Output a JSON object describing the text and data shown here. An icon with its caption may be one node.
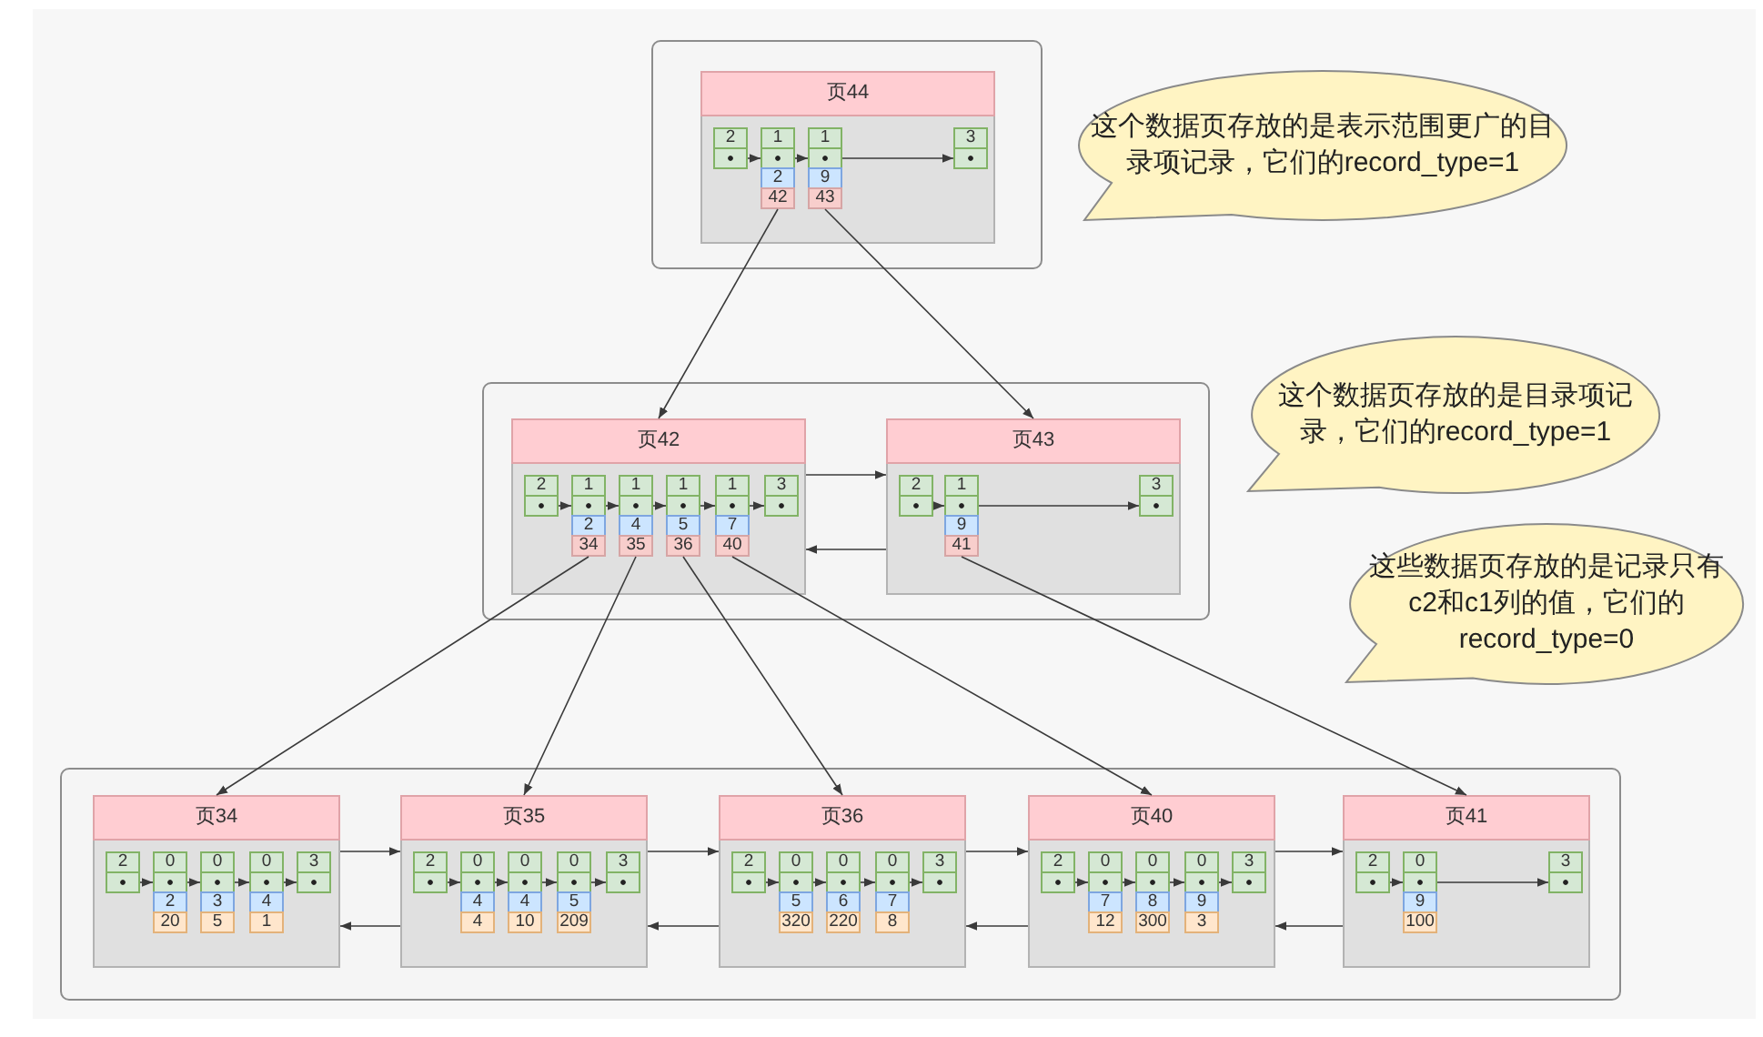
{
  "diagram": {
    "nodes": [
      {
        "text": [],
        "shape": "box"
      },
      {
        "text": [
          "页44"
        ],
        "in": 0
      },
      {
        "text": [
          "2"
        ],
        "in": 1
      },
      {
        "text": [
          "1",
          "2",
          "42"
        ],
        "in": 1
      },
      {
        "text": [
          "1",
          "9",
          "43"
        ],
        "in": 1
      },
      {
        "text": [
          "3"
        ],
        "in": 1
      },
      {
        "text": [
          "这个数据页存放的是表示范围更广的目录项记录，它们的record_type=1"
        ]
      },
      {
        "text": [],
        "shape": "box"
      },
      {
        "text": [
          "页42"
        ],
        "in": 7
      },
      {
        "text": [
          "2"
        ],
        "in": 8
      },
      {
        "text": [
          "1",
          "2",
          "34"
        ],
        "in": 8
      },
      {
        "text": [
          "1",
          "4",
          "35"
        ],
        "in": 8
      },
      {
        "text": [
          "1",
          "5",
          "36"
        ],
        "in": 8
      },
      {
        "text": [
          "1",
          "7",
          "40"
        ],
        "in": 8
      },
      {
        "text": [
          "3"
        ],
        "in": 8
      },
      {
        "text": [
          "页43"
        ],
        "in": 7
      },
      {
        "text": [
          "2"
        ],
        "in": 15
      },
      {
        "text": [
          "1",
          "9",
          "41"
        ],
        "in": 15
      },
      {
        "text": [
          "3"
        ],
        "in": 15
      },
      {
        "text": [
          "这个数据页存放的是目录项记录，它们的record_type=1"
        ]
      },
      {
        "text": [
          "这些数据页存放的是记录只有c2和c1列的值，它们的record_type=0"
        ]
      },
      {
        "text": [],
        "shape": "box"
      },
      {
        "text": [
          "页34"
        ],
        "in": 21
      },
      {
        "text": [
          "2"
        ],
        "in": 22
      },
      {
        "text": [
          "0",
          "2",
          "20"
        ],
        "in": 22
      },
      {
        "text": [
          "0",
          "3",
          "5"
        ],
        "in": 22
      },
      {
        "text": [
          "0",
          "4",
          "1"
        ],
        "in": 22
      },
      {
        "text": [
          "3"
        ],
        "in": 22
      },
      {
        "text": [
          "页35"
        ],
        "in": 21
      },
      {
        "text": [
          "2"
        ],
        "in": 28
      },
      {
        "text": [
          "0",
          "4",
          "4"
        ],
        "in": 28
      },
      {
        "text": [
          "0",
          "4",
          "10"
        ],
        "in": 28
      },
      {
        "text": [
          "0",
          "5",
          "209"
        ],
        "in": 28
      },
      {
        "text": [
          "3"
        ],
        "in": 28
      },
      {
        "text": [
          "页36"
        ],
        "in": 21
      },
      {
        "text": [
          "2"
        ],
        "in": 34
      },
      {
        "text": [
          "0",
          "5",
          "320"
        ],
        "in": 34
      },
      {
        "text": [
          "0",
          "6",
          "220"
        ],
        "in": 34
      },
      {
        "text": [
          "0",
          "7",
          "8"
        ],
        "in": 34
      },
      {
        "text": [
          "3"
        ],
        "in": 34
      },
      {
        "text": [
          "页40"
        ],
        "in": 21
      },
      {
        "text": [
          "2"
        ],
        "in": 40
      },
      {
        "text": [
          "0",
          "7",
          "12"
        ],
        "in": 40
      },
      {
        "text": [
          "0",
          "8",
          "300"
        ],
        "in": 40
      },
      {
        "text": [
          "0",
          "9",
          "3"
        ],
        "in": 40
      },
      {
        "text": [
          "3"
        ],
        "in": 40
      },
      {
        "text": [
          "页41"
        ],
        "in": 21
      },
      {
        "text": [
          "2"
        ],
        "in": 46
      },
      {
        "text": [
          "0",
          "9",
          "100"
        ],
        "in": 46
      },
      {
        "text": [
          "3"
        ],
        "in": 46
      }
    ],
    "edges": [
      {
        "from": 2,
        "to": 3,
        "arrow": "to"
      },
      {
        "from": 3,
        "to": 4,
        "arrow": "to"
      },
      {
        "from": 4,
        "to": 5,
        "arrow": "to"
      },
      {
        "from": 9,
        "to": 10,
        "arrow": "to"
      },
      {
        "from": 10,
        "to": 11,
        "arrow": "to"
      },
      {
        "from": 11,
        "to": 12,
        "arrow": "to"
      },
      {
        "from": 12,
        "to": 13,
        "arrow": "to"
      },
      {
        "from": 13,
        "to": 14,
        "arrow": "to"
      },
      {
        "from": 16,
        "to": 17,
        "arrow": "to"
      },
      {
        "from": 17,
        "to": 18,
        "arrow": "to"
      },
      {
        "from": 23,
        "to": 24,
        "arrow": "to"
      },
      {
        "from": 24,
        "to": 25,
        "arrow": "to"
      },
      {
        "from": 25,
        "to": 26,
        "arrow": "to"
      },
      {
        "from": 26,
        "to": 27,
        "arrow": "to"
      },
      {
        "from": 29,
        "to": 30,
        "arrow": "to"
      },
      {
        "from": 30,
        "to": 31,
        "arrow": "to"
      },
      {
        "from": 31,
        "to": 32,
        "arrow": "to"
      },
      {
        "from": 32,
        "to": 33,
        "arrow": "to"
      },
      {
        "from": 35,
        "to": 36,
        "arrow": "to"
      },
      {
        "from": 36,
        "to": 37,
        "arrow": "to"
      },
      {
        "from": 37,
        "to": 38,
        "arrow": "to"
      },
      {
        "from": 38,
        "to": 39,
        "arrow": "to"
      },
      {
        "from": 41,
        "to": 42,
        "arrow": "to"
      },
      {
        "from": 42,
        "to": 43,
        "arrow": "to"
      },
      {
        "from": 43,
        "to": 44,
        "arrow": "to"
      },
      {
        "from": 44,
        "to": 45,
        "arrow": "to"
      },
      {
        "from": 47,
        "to": 48,
        "arrow": "to"
      },
      {
        "from": 48,
        "to": 49,
        "arrow": "to"
      },
      {
        "from": 8,
        "to": 15,
        "arrow": "to"
      },
      {
        "from": 15,
        "to": 8,
        "arrow": "to"
      },
      {
        "from": 22,
        "to": 28,
        "arrow": "to"
      },
      {
        "from": 28,
        "to": 22,
        "arrow": "to"
      },
      {
        "from": 28,
        "to": 34,
        "arrow": "to"
      },
      {
        "from": 34,
        "to": 28,
        "arrow": "to"
      },
      {
        "from": 34,
        "to": 40,
        "arrow": "to"
      },
      {
        "from": 40,
        "to": 34,
        "arrow": "to"
      },
      {
        "from": 40,
        "to": 46,
        "arrow": "to"
      },
      {
        "from": 46,
        "to": 40,
        "arrow": "to"
      },
      {
        "from": 3,
        "to": 8,
        "arrow": "to"
      },
      {
        "from": 4,
        "to": 15,
        "arrow": "to"
      },
      {
        "from": 10,
        "to": 22,
        "arrow": "to"
      },
      {
        "from": 11,
        "to": 28,
        "arrow": "to"
      },
      {
        "from": 12,
        "to": 34,
        "arrow": "to"
      },
      {
        "from": 13,
        "to": 40,
        "arrow": "to"
      },
      {
        "from": 17,
        "to": 46,
        "arrow": "to"
      }
    ]
  }
}
